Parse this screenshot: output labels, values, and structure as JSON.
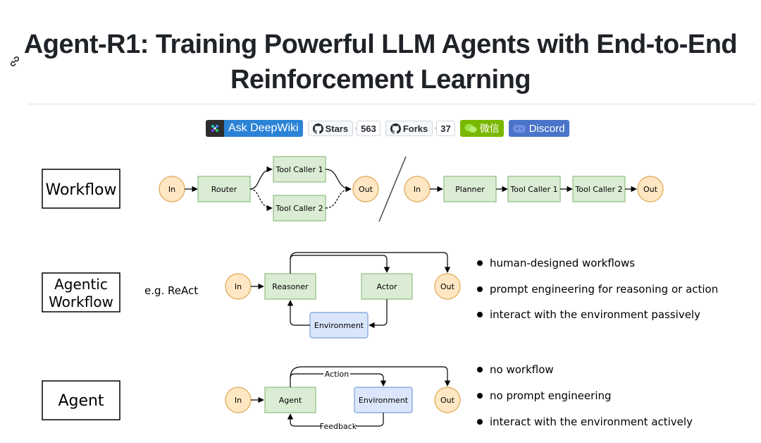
{
  "page": {
    "title_line1": "Agent-R1: Training Powerful LLM Agents with End-to-End",
    "title_line2": "Reinforcement Learning"
  },
  "badges": {
    "deepwiki": "Ask DeepWiki",
    "stars_label": "Stars",
    "stars_count": "563",
    "forks_label": "Forks",
    "forks_count": "37",
    "wechat": "微信",
    "discord": "Discord"
  },
  "colors": {
    "node_green_fill": "#dbecd4",
    "node_green_stroke": "#8cbf7e",
    "circle_fill": "#ffe7c4",
    "circle_stroke": "#e3b46a",
    "env_fill": "#dae6fb",
    "env_stroke": "#7d9fd9",
    "wechat_green": "#7ab800",
    "discord_blue": "#4a74c9",
    "deepwiki_blue": "#2b83d6"
  },
  "diagram": {
    "rows": {
      "workflow": "Workflow",
      "agentic_line1": "Agentic",
      "agentic_line2": "Workflow",
      "agent": "Agent"
    },
    "workflow": {
      "in": "In",
      "router": "Router",
      "tool1": "Tool Caller 1",
      "tool2": "Tool Caller 2",
      "out": "Out",
      "in2": "In",
      "planner": "Planner",
      "seq_tool1": "Tool Caller 1",
      "seq_tool2": "Tool Caller 2",
      "out2": "Out"
    },
    "agentic": {
      "example": "e.g. ReAct",
      "in": "In",
      "reasoner": "Reasoner",
      "actor": "Actor",
      "out": "Out",
      "environment": "Environment",
      "bullets": [
        "human-designed workflows",
        "prompt engineering for reasoning or action",
        "interact with the environment passively"
      ]
    },
    "agent": {
      "in": "In",
      "agent": "Agent",
      "environment": "Environment",
      "out": "Out",
      "action": "Action",
      "feedback": "Feedback",
      "bullets": [
        "no workflow",
        "no prompt engineering",
        "interact with the environment actively"
      ]
    }
  }
}
